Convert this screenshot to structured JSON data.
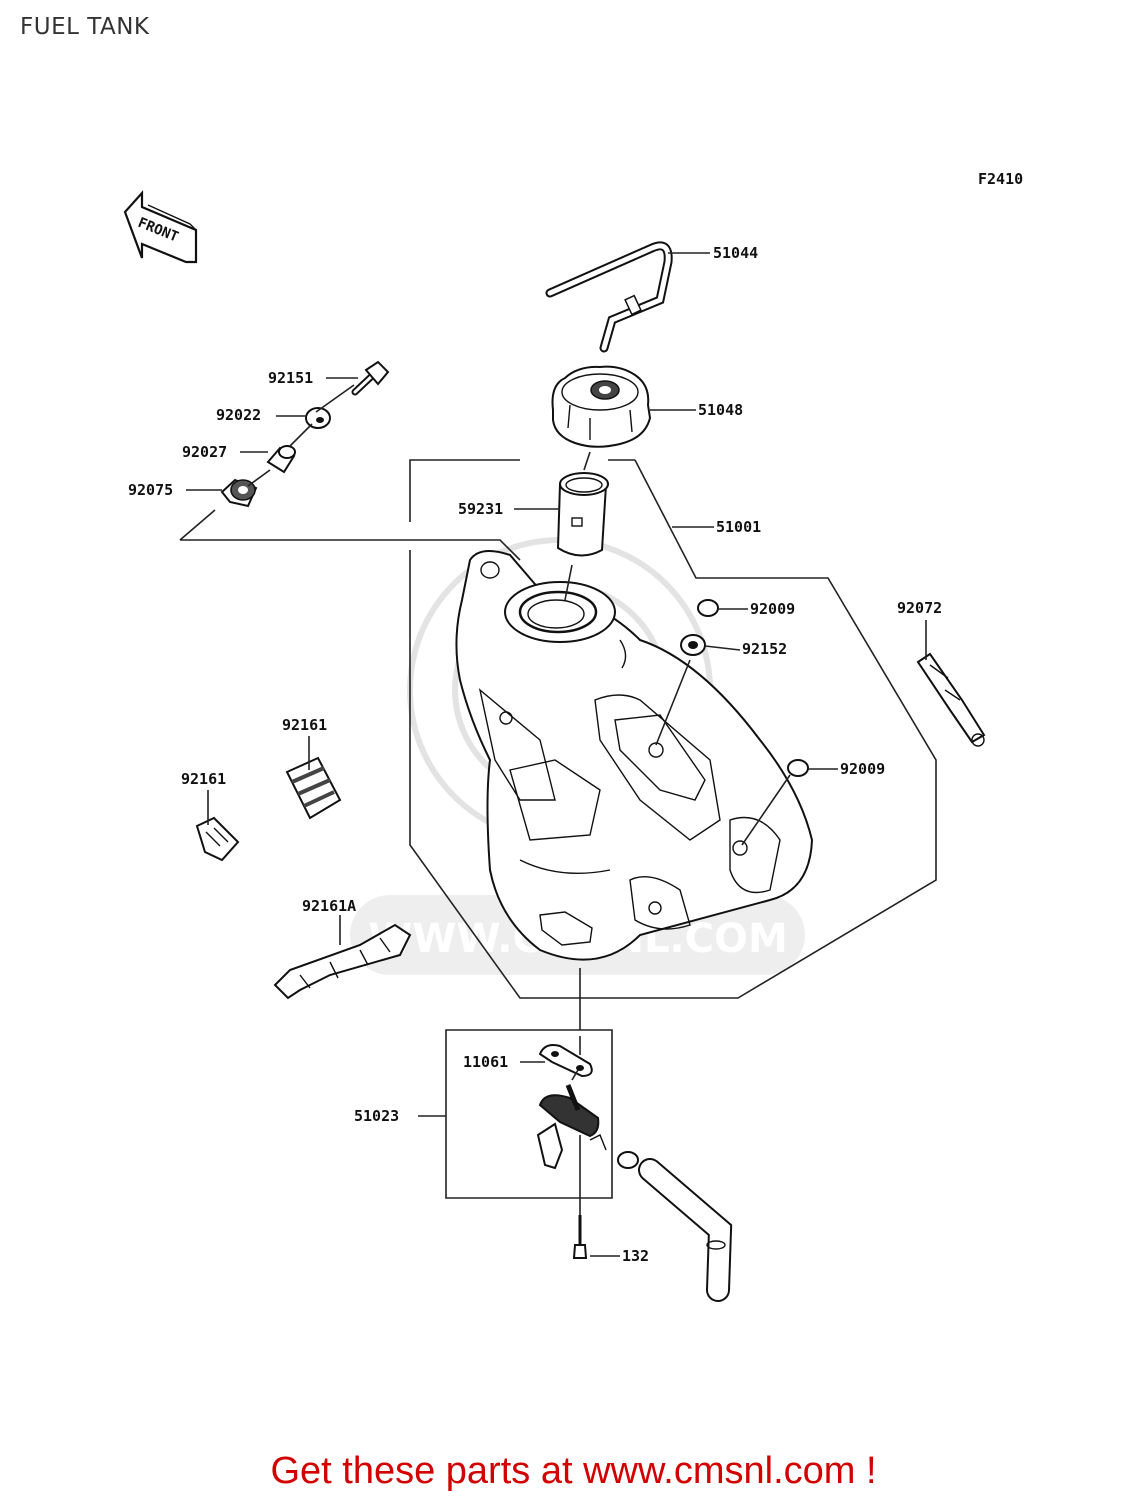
{
  "page": {
    "title": "FUEL TANK",
    "figure_code": "F2410",
    "front_marker": "FRONT",
    "watermark": "WWW.CMSNL.COM",
    "footer": "Get these parts at www.cmsnl.com !"
  },
  "callouts": [
    {
      "id": "p51044",
      "part_number": "51044"
    },
    {
      "id": "p51048",
      "part_number": "51048"
    },
    {
      "id": "p51001",
      "part_number": "51001"
    },
    {
      "id": "p59231",
      "part_number": "59231"
    },
    {
      "id": "p92151",
      "part_number": "92151"
    },
    {
      "id": "p92022",
      "part_number": "92022"
    },
    {
      "id": "p92027",
      "part_number": "92027"
    },
    {
      "id": "p92075",
      "part_number": "92075"
    },
    {
      "id": "p92009a",
      "part_number": "92009"
    },
    {
      "id": "p92152",
      "part_number": "92152"
    },
    {
      "id": "p92072",
      "part_number": "92072"
    },
    {
      "id": "p92009b",
      "part_number": "92009"
    },
    {
      "id": "p92161a",
      "part_number": "92161"
    },
    {
      "id": "p92161b",
      "part_number": "92161"
    },
    {
      "id": "p92161A",
      "part_number": "92161A"
    },
    {
      "id": "p11061",
      "part_number": "11061"
    },
    {
      "id": "p51023",
      "part_number": "51023"
    },
    {
      "id": "p132",
      "part_number": "132"
    }
  ]
}
